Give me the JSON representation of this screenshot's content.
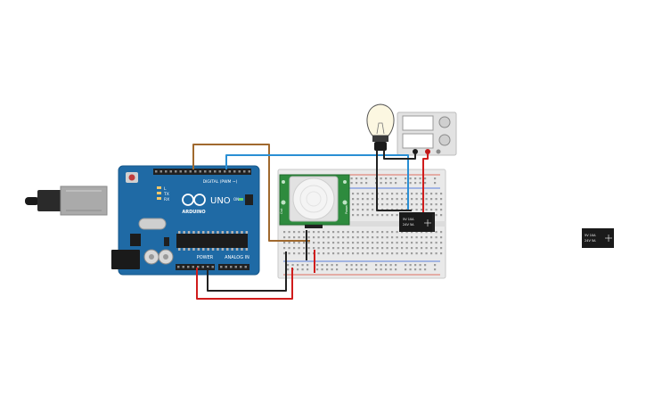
{
  "arduino": {
    "logo_text": "ARDUINO",
    "model": "UNO",
    "digital_label": "DIGITAL (PWM ~)",
    "power_label": "POWER",
    "analog_label": "ANALOG IN",
    "pin_tx": "TX",
    "pin_rx": "RX",
    "pin_l": "L",
    "pin_on": "ON"
  },
  "pir_sensor": {
    "label_left": "Out",
    "label_right": "Power"
  },
  "relay_on_board": {
    "line1": "5V 10A",
    "line2": "24V  5A"
  },
  "relay_loose": {
    "line1": "5V 10A",
    "line2": "24V  5A"
  },
  "colors": {
    "arduino_blue": "#1f6aa5",
    "breadboard": "#e9e9e9",
    "pir_green": "#2e8b3e",
    "wire_brown": "#a0692e",
    "wire_blue": "#2a8fd4",
    "wire_red": "#d01c1c",
    "wire_black": "#222222",
    "relay_black": "#1a1a1a",
    "bulb_yellow": "#f5e8a8"
  }
}
